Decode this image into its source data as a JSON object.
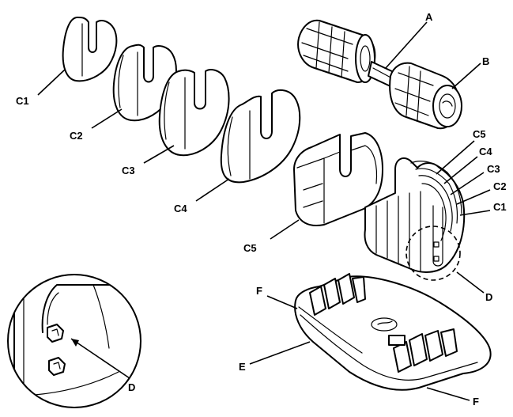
{
  "labels": {
    "A": "A",
    "B": "B",
    "C1": "C1",
    "C2": "C2",
    "C3": "C3",
    "C4": "C4",
    "C5": "C5",
    "D": "D",
    "E": "E",
    "F": "F"
  }
}
